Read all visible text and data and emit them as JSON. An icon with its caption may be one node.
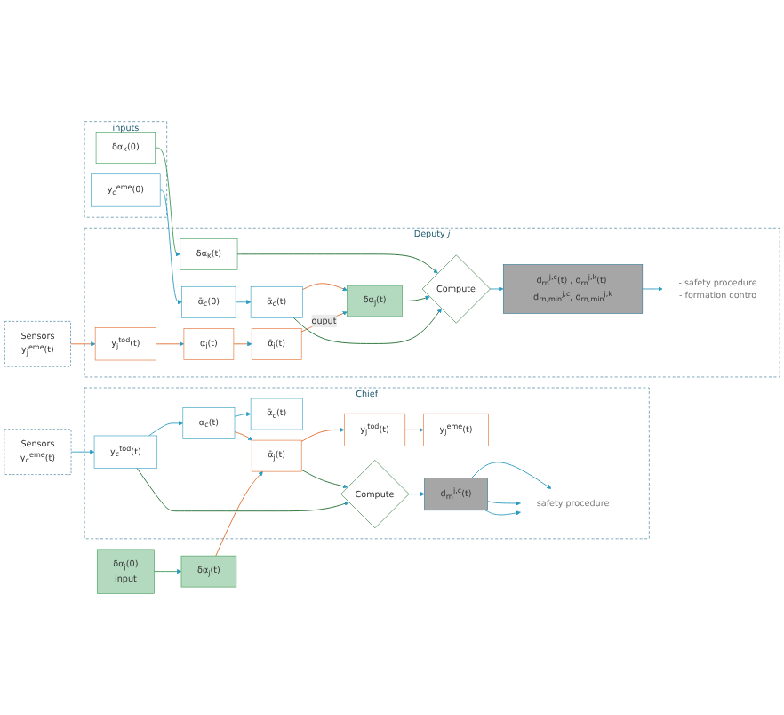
{
  "diagram": {
    "nodes": [
      {
        "text": [
          "Sensors",
          "y$_{c}$$^{eme}$(t)"
        ]
      },
      {
        "text": [
          "δα$_{j}$(0)",
          "input"
        ]
      },
      {
        "text": [
          "Chief"
        ]
      },
      {
        "text": [
          "y$_{c}$$^{tod}$(t)"
        ],
        "in": 2
      },
      {
        "text": [
          "α$_{c}$(t)"
        ],
        "in": 2
      },
      {
        "text": [
          "ᾱ$_{c}$(t)"
        ],
        "in": 2
      },
      {
        "text": [
          "δα$_{j}$(t)"
        ]
      },
      {
        "text": [
          "ᾱ$_{j}$(t)"
        ],
        "in": 2
      },
      {
        "text": [
          "y$_{j}$$^{tod}$(t)"
        ],
        "in": 2
      },
      {
        "text": [
          "y$_{j}$$^{eme}$(t)"
        ],
        "in": 2
      },
      {
        "text": [
          "Compute"
        ],
        "in": 2
      },
      {
        "text": [
          "d$_{rn}$$^{j,c}$(t)"
        ],
        "in": 2
      },
      {
        "text": [
          "safety procedure"
        ],
        "in": 2
      },
      {
        "text": [
          "Deputy *j*"
        ]
      },
      {
        "text": [
          "Sensors",
          "y$_{j}$$^{eme}$(t)"
        ]
      },
      {
        "text": [
          "inputs"
        ]
      },
      {
        "text": [
          "y$_{c}$$^{eme}$(0)"
        ],
        "in": 15
      },
      {
        "text": [
          "δα$_{k}$(0)"
        ],
        "in": 15
      },
      {
        "text": [
          "y$_{j}$$^{tod}$(t)"
        ],
        "in": 13
      },
      {
        "text": [
          "α$_{j}$(t)"
        ],
        "in": 13
      },
      {
        "text": [
          "ᾱ$_{j}$(t)"
        ],
        "in": 13
      },
      {
        "text": [
          "δα$_{j}$(t)"
        ],
        "in": 13
      },
      {
        "text": [
          "ᾱ$_{c}$(0)"
        ],
        "in": 13
      },
      {
        "text": [
          "ᾱ$_{c}$(t)"
        ],
        "in": 13
      },
      {
        "text": [
          "δα$_{k}$(t)"
        ],
        "in": 13
      },
      {
        "text": [
          "Compute"
        ],
        "in": 13
      },
      {
        "text": [
          "d$_{rn}$$^{j,c}$(t) , d$_{rn}$$^{j,k}$(t) d$_{rn,min}$$^{j,c}$, d$_{rn,min}$$^{j,k}$"
        ],
        "in": 13
      },
      {
        "text": [
          "- safety procedure",
          "- formation contro"
        ],
        "in": 13
      }
    ],
    "edges": [
      {
        "from": 0,
        "to": 3,
        "arrow": "to"
      },
      {
        "from": 3,
        "to": 4,
        "arrow": "to"
      },
      {
        "from": 4,
        "to": 5,
        "arrow": "to"
      },
      {
        "from": 1,
        "to": 6,
        "arrow": "to",
        "color": "#3c9a55"
      },
      {
        "from": 6,
        "to": 7,
        "arrow": "to",
        "color": "#e06a2a"
      },
      {
        "from": 4,
        "to": 7,
        "arrow": "to",
        "color": "#e06a2a"
      },
      {
        "from": 7,
        "to": 8,
        "arrow": "to",
        "color": "#e06a2a"
      },
      {
        "from": 8,
        "to": 9,
        "arrow": "to",
        "color": "#e06a2a"
      },
      {
        "from": 3,
        "to": 10,
        "arrow": "to",
        "color": "#1e6b2e"
      },
      {
        "from": 7,
        "to": 10,
        "arrow": "to",
        "color": "#1e6b2e"
      },
      {
        "from": 10,
        "to": 11,
        "arrow": "to"
      },
      {
        "from": 11,
        "to": 12,
        "arrow": "to"
      },
      {
        "from": 11,
        "to": 12,
        "arrow": "to"
      },
      {
        "from": 11,
        "to": 12,
        "arrow": "to"
      },
      {
        "from": 14,
        "to": 18,
        "arrow": "to",
        "color": "#e06a2a"
      },
      {
        "from": 18,
        "to": 19,
        "arrow": "to",
        "color": "#e06a2a"
      },
      {
        "from": 19,
        "to": 20,
        "arrow": "to",
        "color": "#e06a2a"
      },
      {
        "from": 20,
        "to": 21,
        "arrow": "to",
        "label": "ouput",
        "color": "#e06a2a"
      },
      {
        "from": 16,
        "to": 22,
        "arrow": "to"
      },
      {
        "from": 22,
        "to": 23,
        "arrow": "to"
      },
      {
        "from": 23,
        "to": 21,
        "arrow": "to",
        "color": "#e06a2a"
      },
      {
        "from": 17,
        "to": 24,
        "arrow": "to",
        "color": "#3c9a55"
      },
      {
        "from": 23,
        "to": 25,
        "arrow": "to",
        "color": "#1e6b2e"
      },
      {
        "from": 21,
        "to": 25,
        "arrow": "to",
        "color": "#1e6b2e"
      },
      {
        "from": 24,
        "to": 25,
        "arrow": "to",
        "color": "#1e6b2e"
      },
      {
        "from": 25,
        "to": 26,
        "arrow": "to"
      },
      {
        "from": 26,
        "to": 27,
        "arrow": "to"
      }
    ]
  }
}
